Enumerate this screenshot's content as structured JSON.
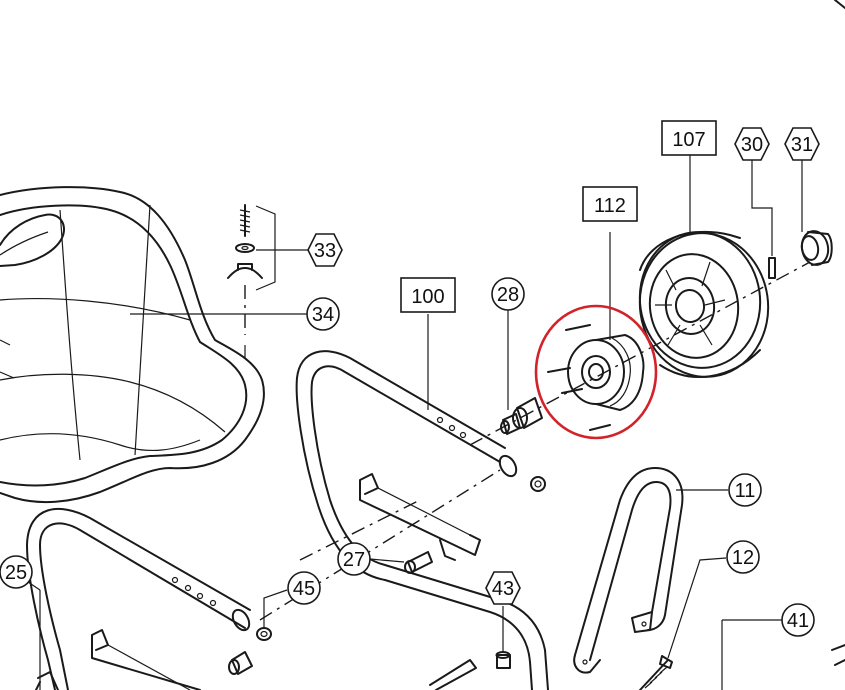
{
  "diagram": {
    "callouts": {
      "c107": "107",
      "c112": "112",
      "c100": "100",
      "c30": "30",
      "c31": "31",
      "c33": "33",
      "c34": "34",
      "c28": "28",
      "c11": "11",
      "c12": "12",
      "c27": "27",
      "c45": "45",
      "c43": "43",
      "c41": "41",
      "c25": "25"
    },
    "highlight_color": "#d2232a"
  }
}
